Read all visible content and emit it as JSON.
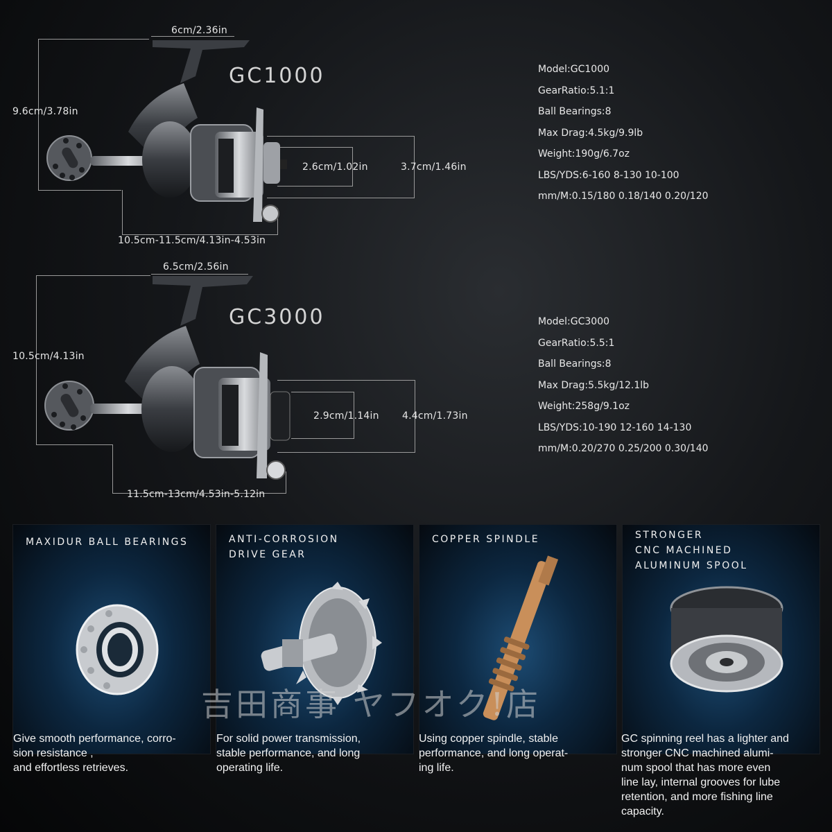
{
  "gc1000": {
    "title": "GC1000",
    "dims": {
      "width": "6cm/2.36in",
      "height": "9.6cm/3.78in",
      "spool_height": "2.6cm/1.02in",
      "spool_diameter": "3.7cm/1.46in",
      "length": "10.5cm-11.5cm/4.13in-4.53in"
    },
    "specs": [
      "Model:GC1000",
      "GearRatio:5.1:1",
      "Ball Bearings:8",
      "Max Drag:4.5kg/9.9lb",
      "Weight:190g/6.7oz",
      "LBS/YDS:6-160 8-130 10-100",
      "mm/M:0.15/180 0.18/140 0.20/120"
    ]
  },
  "gc3000": {
    "title": "GC3000",
    "dims": {
      "width": "6.5cm/2.56in",
      "height": "10.5cm/4.13in",
      "spool_height": "2.9cm/1.14in",
      "spool_diameter": "4.4cm/1.73in",
      "length": "11.5cm-13cm/4.53in-5.12in"
    },
    "specs": [
      "Model:GC3000",
      "GearRatio:5.5:1",
      "Ball Bearings:8",
      "Max Drag:5.5kg/12.1lb",
      "Weight:258g/9.1oz",
      "LBS/YDS:10-190 12-160 14-130",
      "mm/M:0.20/270 0.25/200 0.30/140"
    ]
  },
  "features": [
    {
      "title_lines": [
        "Maxidur ball bearings"
      ],
      "description": "Give smooth performance, corro-\nsion resistance ,\nand effortless retrieves."
    },
    {
      "title_lines": [
        "Anti-Corrosion",
        "Drive Gear"
      ],
      "description": "For solid power transmission,\nstable performance, and long\noperating life."
    },
    {
      "title_lines": [
        "Copper spindle"
      ],
      "description": "Using copper spindle, stable\nperformance, and long operat-\ning life."
    },
    {
      "title_lines": [
        "Stronger",
        "CNC Machined",
        "Aluminum Spool"
      ],
      "description": "GC spinning reel has a lighter and\nstronger CNC machined alumi-\nnum spool that has more even\nline lay, internal grooves for lube\nretention, and more fishing line\ncapacity."
    }
  ],
  "watermark": "吉田商事 ヤフオク!店",
  "colors": {
    "background": "#0b0c0e",
    "panel_glow": "#1d4c74",
    "copper": "#c98f5a"
  }
}
